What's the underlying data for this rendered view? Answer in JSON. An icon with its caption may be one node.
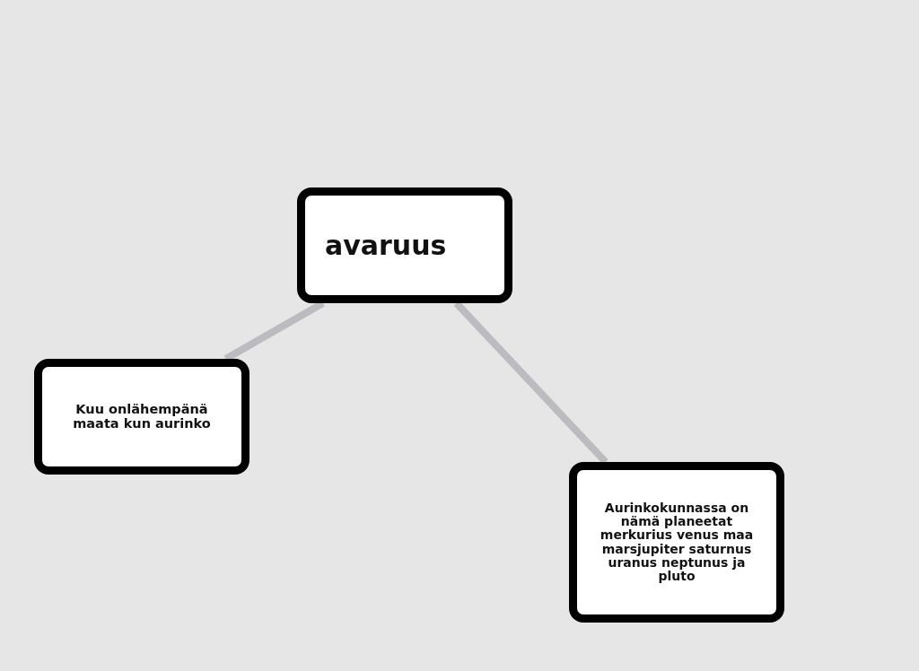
{
  "diagram": {
    "nodes": [
      {
        "text": [
          "avaruus"
        ]
      },
      {
        "text": [
          "Kuu onlähempänä maata kun aurinko"
        ]
      },
      {
        "text": [
          "Aurinkokunnassa on nämä planeetat merkurius venus maa marsjupiter saturnus uranus neptunus ja pluto"
        ]
      }
    ],
    "edges": [
      {
        "from": 0,
        "to": 1,
        "arrow": "none"
      },
      {
        "from": 0,
        "to": 2,
        "arrow": "none"
      }
    ]
  }
}
